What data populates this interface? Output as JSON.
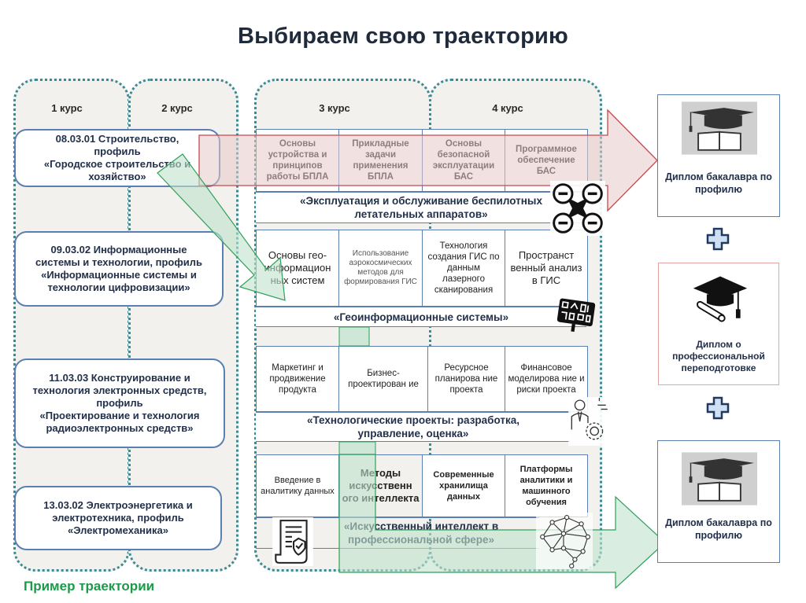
{
  "title": "Выбираем свою траекторию",
  "years": [
    "1 курс",
    "2 курс",
    "3 курс",
    "4 курс"
  ],
  "programs": [
    {
      "code": "08.03.01 Строительство,",
      "line2": "профиль",
      "profile": "«Городское строительство и хозяйство»"
    },
    {
      "code": "09.03.02 Информационные",
      "line2": "системы и технологии, профиль",
      "profile": "«Информационные системы и технологии цифровизации»"
    },
    {
      "code": "11.03.03 Конструирование и",
      "line2": "технология электронных средств, профиль",
      "profile": "«Проектирование и технология радиоэлектронных средств»"
    },
    {
      "code": "13.03.02 Электроэнергетика и",
      "line2": "электротехника, профиль",
      "profile": "«Электромеханика»"
    }
  ],
  "tracks": [
    {
      "name": "«Эксплуатация и обслуживание беспилотных летательных аппаратов»",
      "icon": "drone-icon",
      "courses": [
        "Основы устройства и принципов работы БПЛА",
        "Прикладные задачи применения БПЛА",
        "Основы безопасной эксплуатации БАС",
        "Программное обеспечение БАС"
      ]
    },
    {
      "name": "«Геоинформационные системы»",
      "icon": "gis-sign-icon",
      "courses": [
        "Основы гео-информацион ных систем",
        "Использование аэрокосмических методов для формирования ГИС",
        "Технология создания ГИС по данным лазерного сканирования",
        "Пространст венный анализ в ГИС"
      ]
    },
    {
      "name": "«Технологические проекты: разработка, управление, оценка»",
      "icon": "engineer-gear-icon",
      "courses": [
        "Маркетинг и продвижение продукта",
        "Бизнес-проектирован ие",
        "Ресурсное планирова ние проекта",
        "Финансовое моделирова ние и риски проекта"
      ]
    },
    {
      "name": "«Искусственный интеллект в профессиональной сфере»",
      "icon": "neural-brain-icon",
      "doc_icon": "certificate-document-icon",
      "courses": [
        "Введение в аналитику данных",
        "Методы искусственн ого интеллекта",
        "Современные хранилища данных",
        "Платформы аналитики и машинного обучения"
      ]
    }
  ],
  "results": [
    {
      "label": "Диплом бакалавра по профилю",
      "icon": "graduation-book-icon"
    },
    {
      "label": "Диплом о профессиональной переподготовке",
      "icon": "graduation-diploma-icon"
    },
    {
      "label": "Диплом бакалавра по профилю",
      "icon": "graduation-book-icon"
    }
  ],
  "footer": "Пример траектории",
  "colors": {
    "red_arrow": "#f0d8d8",
    "green_arrow": "#cfe9d8",
    "border_blue": "#5b7fb0",
    "title": "#1f2a3a",
    "footer_green": "#1c9a4a"
  }
}
